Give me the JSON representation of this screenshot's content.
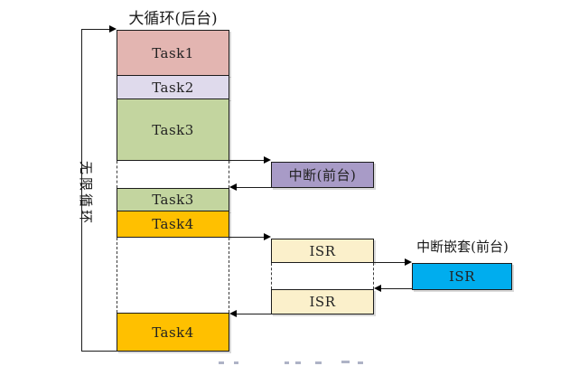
{
  "diagram": {
    "title": "大循环(后台)",
    "loop_label": "无限循环",
    "nested_heading": "中断嵌套(前台)",
    "tasks": {
      "task1": "Task1",
      "task2": "Task2",
      "task3a": "Task3",
      "task3b": "Task3",
      "task4a": "Task4",
      "task4b": "Task4"
    },
    "interrupt_label": "中断(前台)",
    "isr_top_label": "ISR",
    "isr_bottom_label": "ISR",
    "nested_isr_label": "ISR"
  },
  "colors": {
    "task1": "#E3B5B1",
    "task2": "#DFDAEC",
    "task3": "#C3D59F",
    "task4": "#FFC000",
    "interrupt": "#A89BC7",
    "isr": "#FBF0CB",
    "nested_isr": "#00ADEE",
    "line": "#1A1A1A"
  }
}
